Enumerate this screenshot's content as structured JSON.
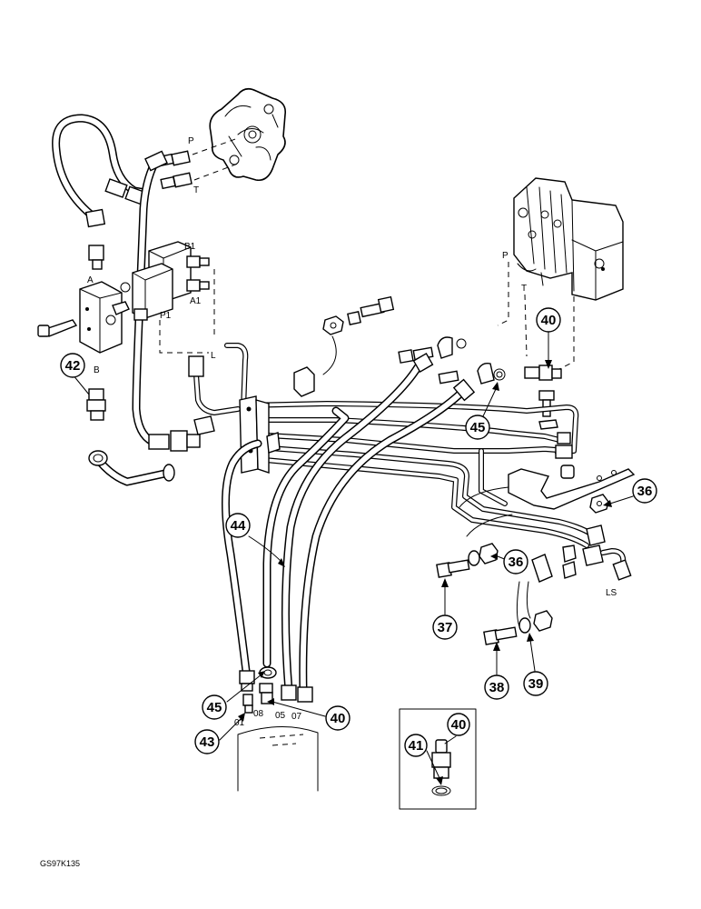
{
  "diagram": {
    "drawing_code": "GS97K135",
    "callouts": [
      {
        "id": "c42",
        "label": "42"
      },
      {
        "id": "c40a",
        "label": "40"
      },
      {
        "id": "c45a",
        "label": "45"
      },
      {
        "id": "c36a",
        "label": "36"
      },
      {
        "id": "c44",
        "label": "44"
      },
      {
        "id": "c36b",
        "label": "36"
      },
      {
        "id": "c37",
        "label": "37"
      },
      {
        "id": "c38",
        "label": "38"
      },
      {
        "id": "c39",
        "label": "39"
      },
      {
        "id": "c45b",
        "label": "45"
      },
      {
        "id": "c43",
        "label": "43"
      },
      {
        "id": "c40b",
        "label": "40"
      },
      {
        "id": "c41",
        "label": "41"
      },
      {
        "id": "c40c",
        "label": "40"
      }
    ],
    "port_labels": {
      "p_top": "P",
      "t_top": "T",
      "b1": "B1",
      "a1": "A1",
      "p1": "P1",
      "a": "A",
      "b": "B",
      "l": "L",
      "p_right": "P",
      "t_right": "T",
      "ls": "LS",
      "n01": "01",
      "n08": "08",
      "n05": "05",
      "n07": "07"
    }
  }
}
